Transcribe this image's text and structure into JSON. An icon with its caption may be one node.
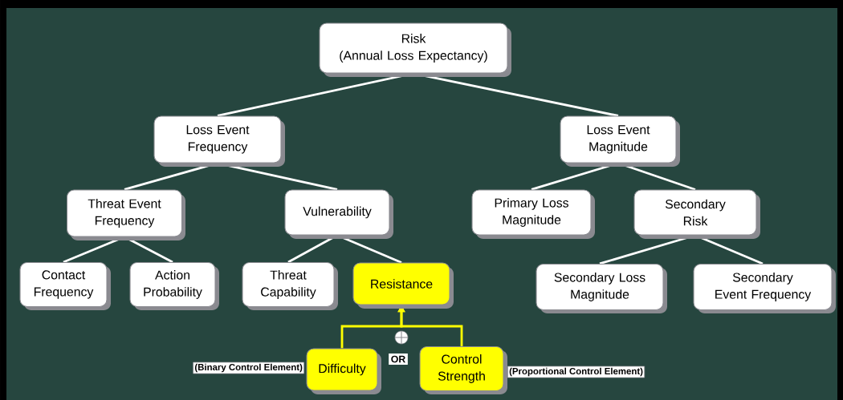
{
  "diagram": {
    "nodes": [
      {
        "text": [
          "Risk",
          "(Annual Loss Expectancy)"
        ]
      },
      {
        "text": [
          "Loss Event Frequency"
        ]
      },
      {
        "text": [
          "Loss Event Magnitude"
        ]
      },
      {
        "text": [
          "Threat Event Frequency"
        ]
      },
      {
        "text": [
          "Vulnerability"
        ]
      },
      {
        "text": [
          "Primary Loss Magnitude"
        ]
      },
      {
        "text": [
          "Secondary Risk"
        ]
      },
      {
        "text": [
          "Contact Frequency"
        ]
      },
      {
        "text": [
          "Action Probability"
        ]
      },
      {
        "text": [
          "Threat Capability"
        ]
      },
      {
        "text": [
          "Resistance"
        ]
      },
      {
        "text": [
          "Secondary Loss Magnitude"
        ]
      },
      {
        "text": [
          "Secondary Event Frequency"
        ]
      },
      {
        "text": [
          "Difficulty"
        ],
        "beside": [
          "(Binary Control Element)"
        ]
      },
      {
        "text": [
          "Control Strength"
        ],
        "beside": [
          "(Proportional Control Element)"
        ]
      }
    ],
    "edges": [
      {
        "from": 0,
        "to": 1,
        "arrow": "none"
      },
      {
        "from": 0,
        "to": 2,
        "arrow": "none"
      },
      {
        "from": 1,
        "to": 3,
        "arrow": "none"
      },
      {
        "from": 1,
        "to": 4,
        "arrow": "none"
      },
      {
        "from": 2,
        "to": 5,
        "arrow": "none"
      },
      {
        "from": 2,
        "to": 6,
        "arrow": "none"
      },
      {
        "from": 3,
        "to": 7,
        "arrow": "none"
      },
      {
        "from": 3,
        "to": 8,
        "arrow": "none"
      },
      {
        "from": 4,
        "to": 9,
        "arrow": "none"
      },
      {
        "from": 4,
        "to": 10,
        "arrow": "none"
      },
      {
        "from": 6,
        "to": 11,
        "arrow": "none"
      },
      {
        "from": 6,
        "to": 12,
        "arrow": "none"
      },
      {
        "from": 13,
        "to": 10,
        "arrow": "to",
        "color": "#ffff00"
      },
      {
        "from": 14,
        "to": 10,
        "arrow": "to",
        "color": "#ffff00"
      }
    ],
    "labels": [
      "OR"
    ]
  }
}
